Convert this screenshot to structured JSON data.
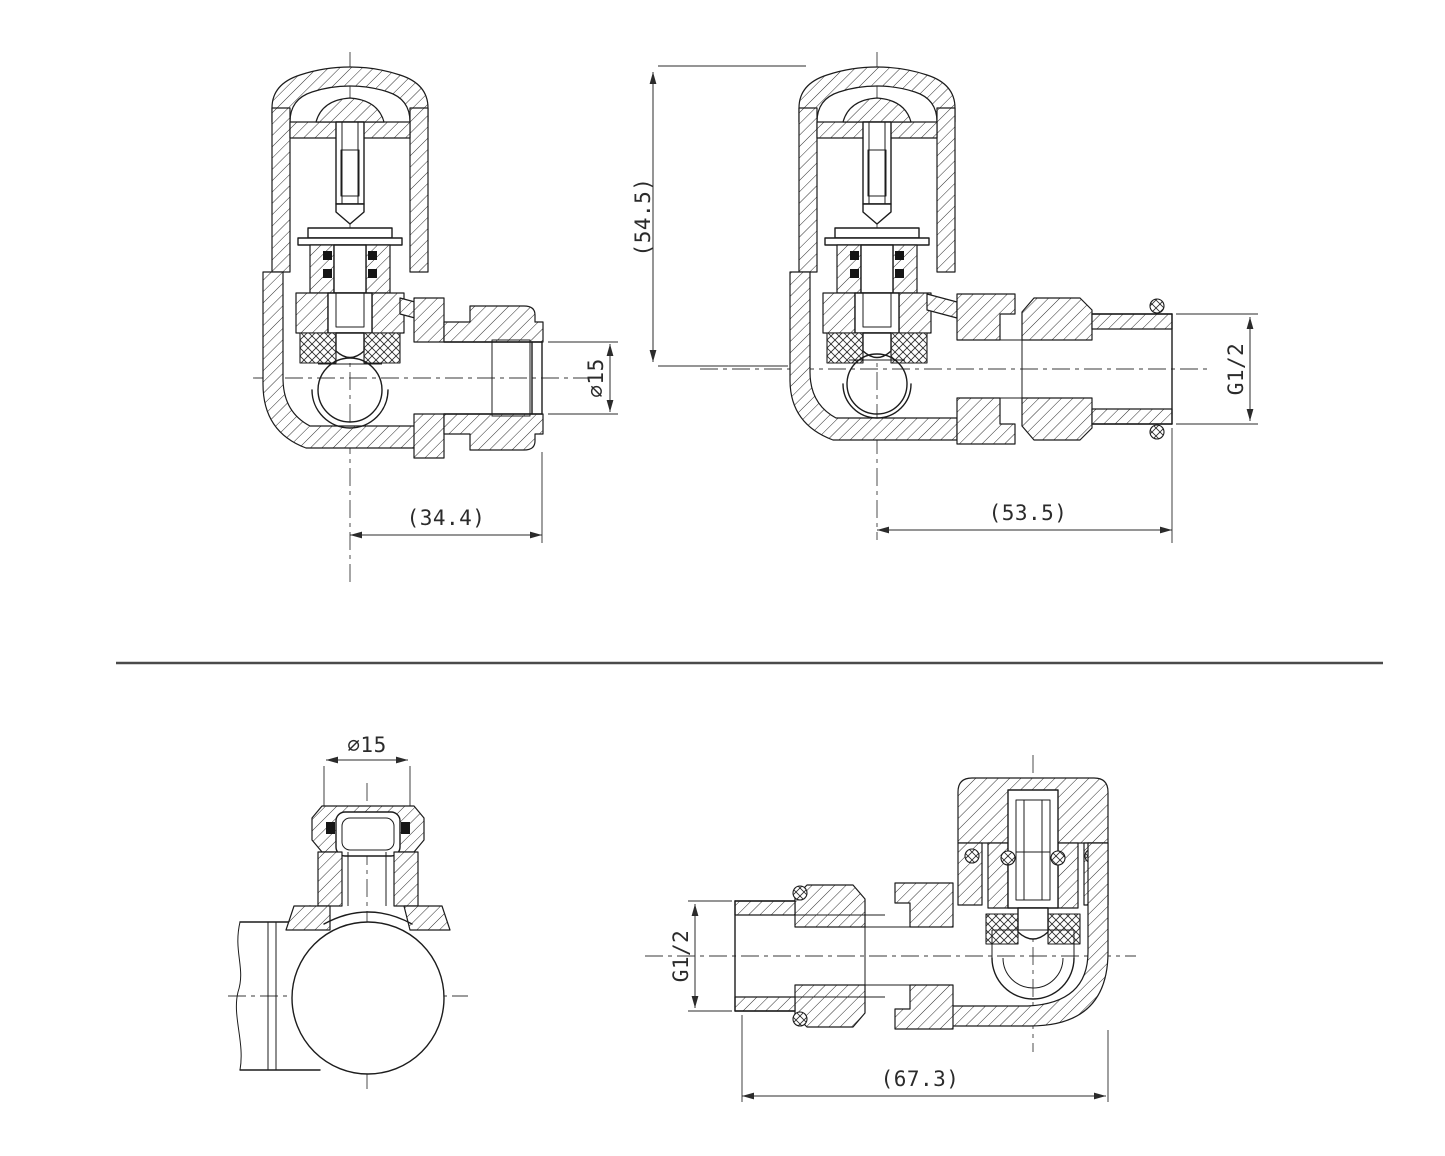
{
  "drawing": {
    "views": {
      "top_left": {
        "dims": {
          "pipe_dia": "∅15",
          "width": "(34.4)"
        }
      },
      "top_right": {
        "dims": {
          "height": "(54.5)",
          "thread": "G1/2",
          "width": "(53.5)"
        }
      },
      "bottom_left": {
        "dims": {
          "pipe_dia": "∅15"
        }
      },
      "bottom_right": {
        "dims": {
          "thread": "G1/2",
          "width": "(67.3)"
        }
      }
    }
  }
}
